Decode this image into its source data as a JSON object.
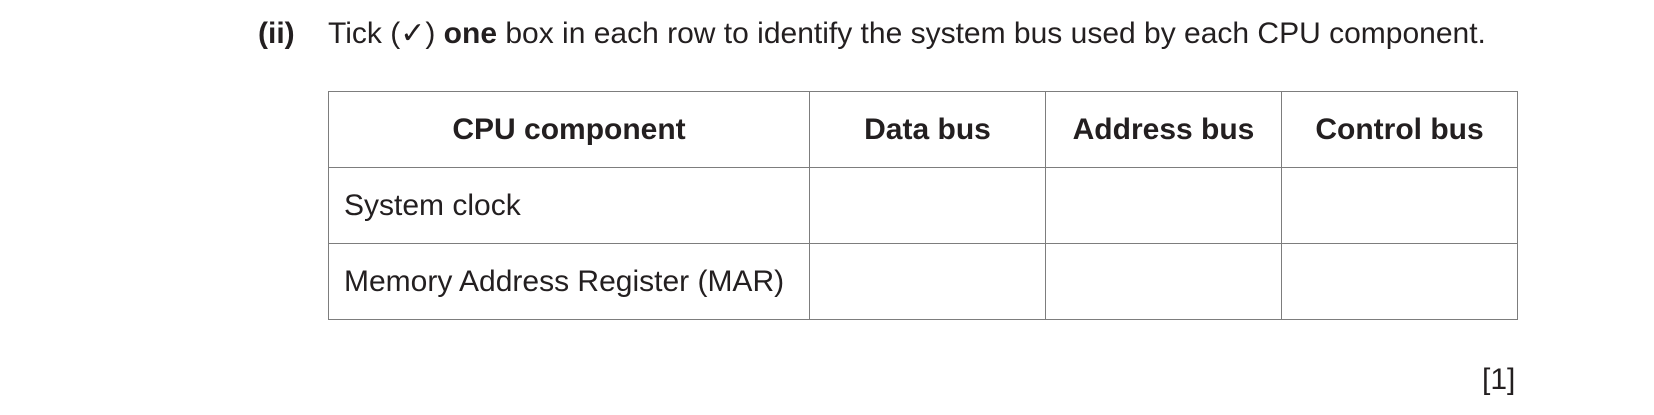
{
  "question": {
    "number": "(ii)",
    "text_before": "Tick (",
    "tick_symbol": "✓",
    "text_middle": ") ",
    "emphasis": "one",
    "text_after": " box in each row to identify the system bus used by each CPU component."
  },
  "table": {
    "headers": [
      "CPU component",
      "Data bus",
      "Address bus",
      "Control bus"
    ],
    "rows": [
      {
        "component": "System clock",
        "ticks": [
          "",
          "",
          ""
        ]
      },
      {
        "component": "Memory Address Register (MAR)",
        "ticks": [
          "",
          "",
          ""
        ]
      }
    ]
  },
  "marks": "[1]"
}
